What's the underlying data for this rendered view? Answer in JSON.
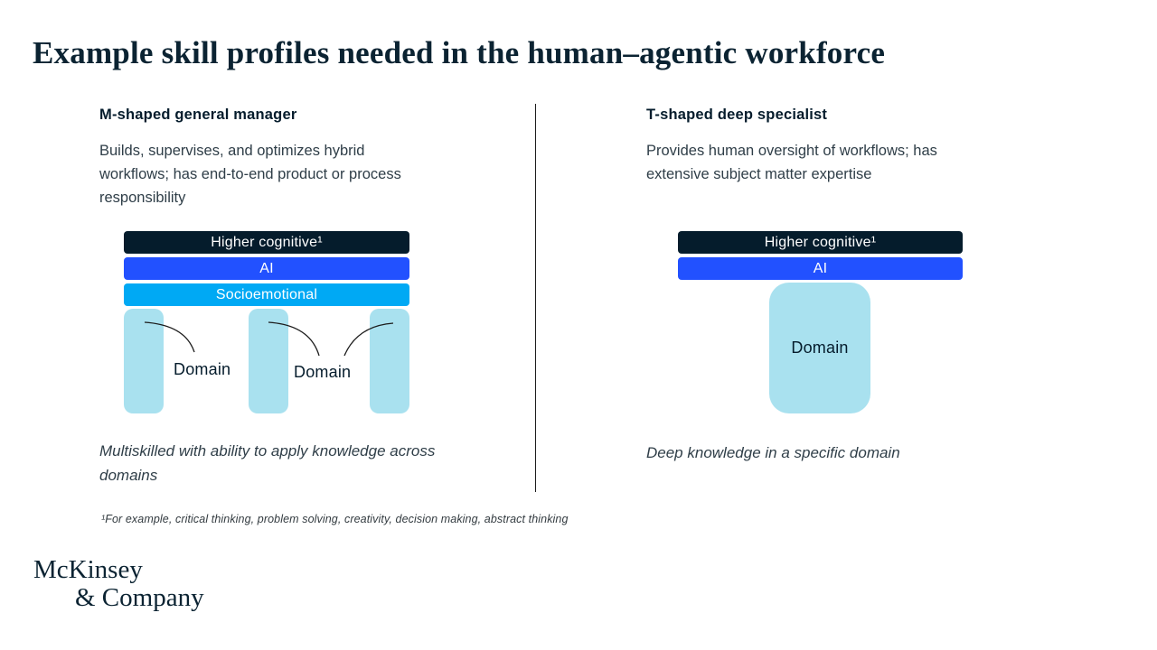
{
  "page": {
    "title": "Example skill profiles needed in the human–agentic workforce"
  },
  "colors": {
    "deep_blue": "#051c2c",
    "electric_blue": "#2251ff",
    "cyan": "#00a9f4",
    "light_blue": "#a9e1ef",
    "title_text": "#0b2332",
    "body_text": "#2f3e48"
  },
  "left_profile": {
    "heading": "M-shaped general manager",
    "description": "Builds, supervises, and optimizes hybrid workflows; has end-to-end product or process responsibility",
    "bars": [
      {
        "label": "Higher cognitive¹",
        "color": "#051c2c"
      },
      {
        "label": "AI",
        "color": "#2251ff"
      },
      {
        "label": "Socioemotional",
        "color": "#00a9f4"
      }
    ],
    "leg_color": "#a9e1ef",
    "domain_labels": [
      "Domain",
      "Domain"
    ],
    "summary": "Multiskilled with ability to apply knowledge across domains"
  },
  "right_profile": {
    "heading": "T-shaped deep specialist",
    "description": "Provides human oversight of workflows; has extensive subject matter expertise",
    "bars": [
      {
        "label": "Higher cognitive¹",
        "color": "#051c2c"
      },
      {
        "label": "AI",
        "color": "#2251ff"
      }
    ],
    "domain_block": {
      "label": "Domain",
      "color": "#a9e1ef"
    },
    "summary": "Deep knowledge in a specific domain"
  },
  "footnote": "¹For example, critical thinking, problem solving, creativity, decision making, abstract thinking",
  "logo": {
    "line1": "McKinsey",
    "line2": "& Company"
  }
}
